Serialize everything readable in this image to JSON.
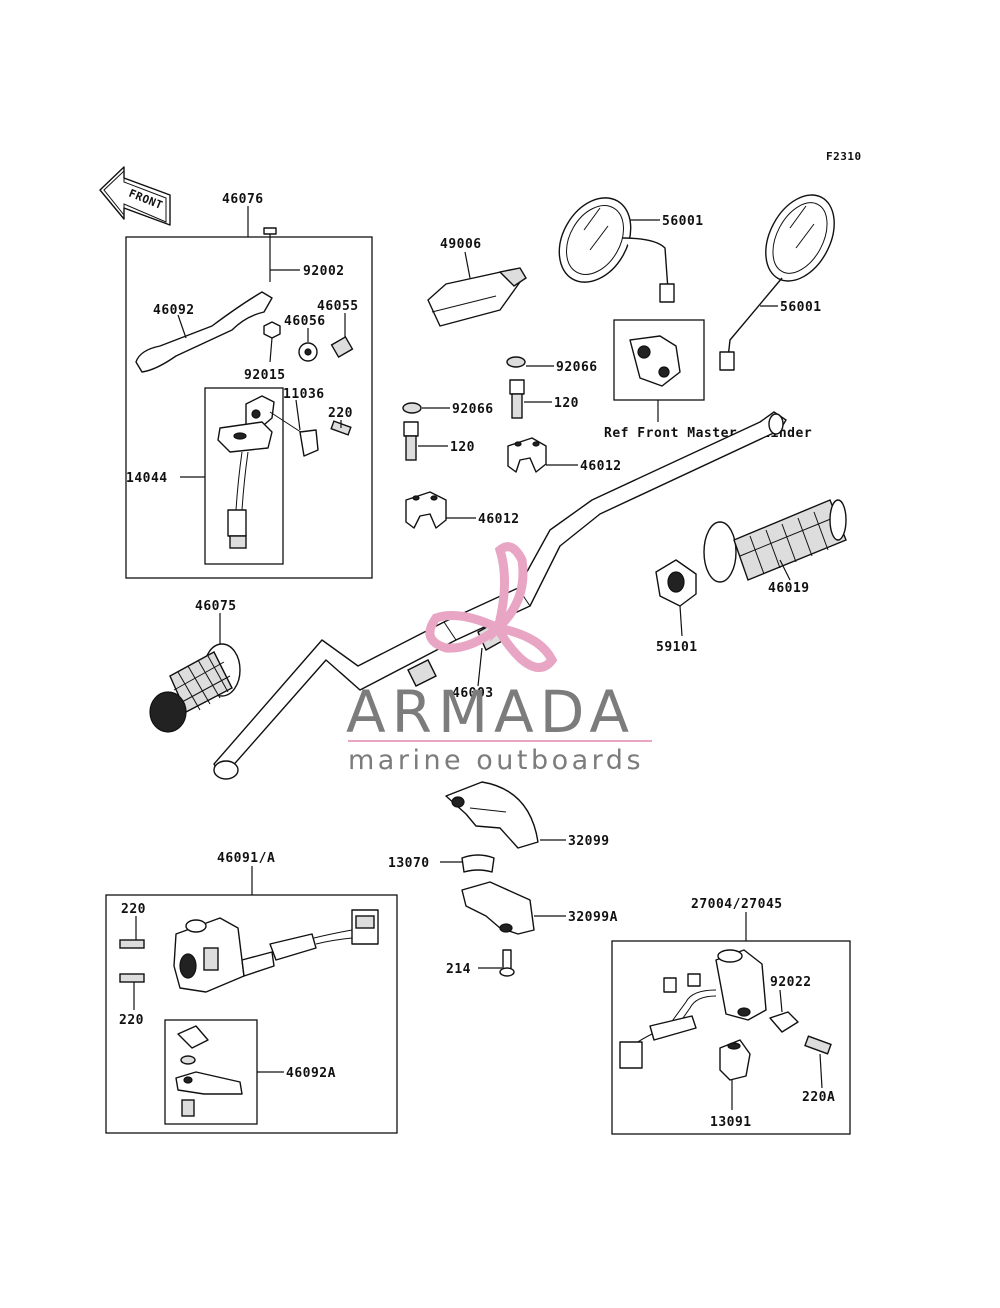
{
  "figure_code": "F2310",
  "direction_arrow": "FRONT",
  "watermark": {
    "brand": "ARMADA",
    "tagline": "marine outboards",
    "accent_color": "#e8a6c4",
    "text_color": "#7c7c7c"
  },
  "parts": {
    "p46076": "46076",
    "p92002": "92002",
    "p46092": "46092",
    "p46055": "46055",
    "p46056": "46056",
    "p92015": "92015",
    "p11036": "11036",
    "p220_top": "220",
    "p14044": "14044",
    "p49006": "49006",
    "p56001_left": "56001",
    "p56001_right": "56001",
    "p92066_upper": "92066",
    "p120_upper": "120",
    "p92066_lower": "92066",
    "p120_lower": "120",
    "ref_front_master_cylinder": "Ref Front Master Cylinder",
    "p46012_upper": "46012",
    "p46012_lower": "46012",
    "p46019": "46019",
    "p59101": "59101",
    "p46075": "46075",
    "p46003": "46003",
    "p32099": "32099",
    "p13070": "13070",
    "p32099A": "32099A",
    "p214": "214",
    "p46091A": "46091/A",
    "p220_a": "220",
    "p220_b": "220",
    "p46092A": "46092A",
    "p27004": "27004/27045",
    "p92022": "92022",
    "p220A": "220A",
    "p13091": "13091"
  }
}
